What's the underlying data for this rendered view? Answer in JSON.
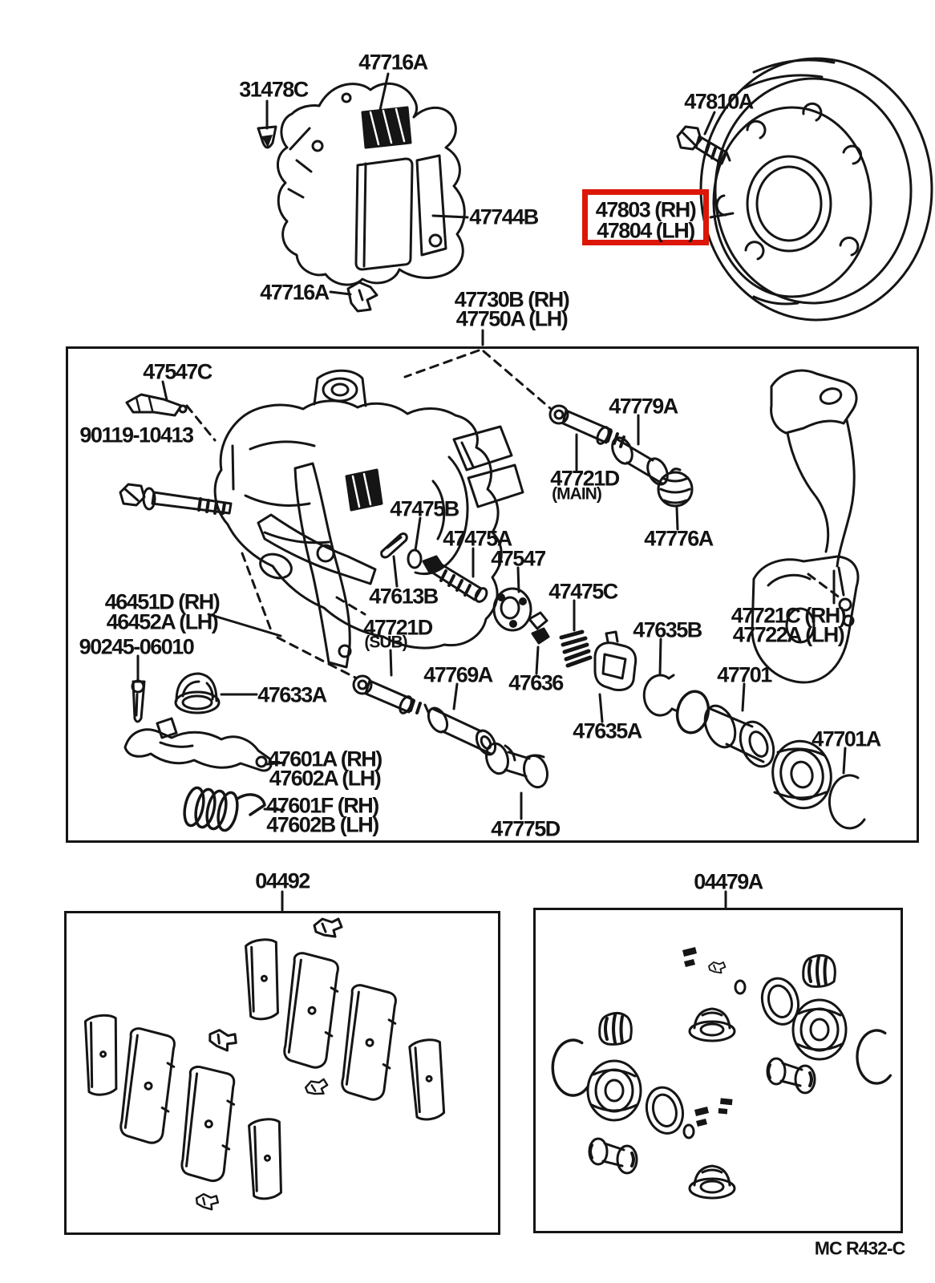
{
  "page": {
    "bg_color": "#ffffff",
    "ink_color": "#151515",
    "highlight_color": "#dc1708"
  },
  "highlight": {
    "line1": "47803 (RH)",
    "line2": "47804 (LH)"
  },
  "labels": {
    "p31478c": "31478C",
    "p47716a_top": "47716A",
    "p47744b": "47744B",
    "p47810a": "47810A",
    "p47716a_bottom": "47716A",
    "p47730b": "47730B (RH)",
    "p47750a": "47750A (LH)",
    "p47547c": "47547C",
    "p90119": "90119-10413",
    "p46451d": "46451D (RH)",
    "p46452a": "46452A (LH)",
    "p90245": "90245-06010",
    "p47633a": "47633A",
    "p47601a": "47601A (RH)",
    "p47602a": "47602A (LH)",
    "p47601f": "47601F (RH)",
    "p47602b": "47602B (LH)",
    "p47475b": "47475B",
    "p47475a": "47475A",
    "p47547": "47547",
    "p47613b": "47613B",
    "p47721d_sub": "47721D",
    "p47721d_sub_note": "(SUB)",
    "p47769a": "47769A",
    "p47721d_main": "47721D",
    "p47721d_main_note": "(MAIN)",
    "p47779a": "47779A",
    "p47776a": "47776A",
    "p47475c": "47475C",
    "p47635b": "47635B",
    "p47636": "47636",
    "p47635a": "47635A",
    "p47701": "47701",
    "p47701a": "47701A",
    "p47721c": "47721C (RH)",
    "p47722a": "47722A (LH)",
    "p47775d": "47775D",
    "p04492": "04492",
    "p04479a": "04479A"
  },
  "footer": {
    "code": "MC R432-C"
  }
}
